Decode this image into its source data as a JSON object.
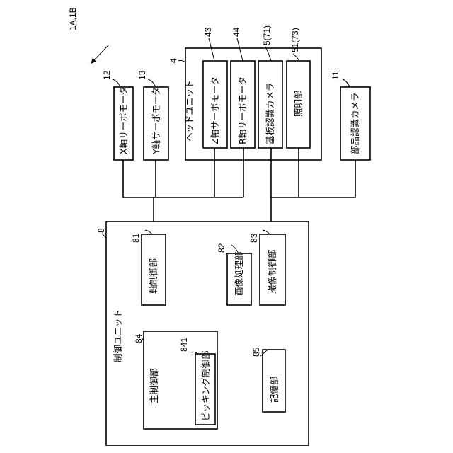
{
  "figure_ref": "1A,1B",
  "blocks": {
    "x_servo": {
      "label": "X軸サーボモータ",
      "ref": "12"
    },
    "y_servo": {
      "label": "Y軸サーボモータ",
      "ref": "13"
    },
    "head_unit": {
      "label": "ヘッドユニット",
      "ref": "4"
    },
    "z_servo": {
      "label": "Z軸サーボモータ",
      "ref": "43"
    },
    "r_servo": {
      "label": "R軸サーボモータ",
      "ref": "44"
    },
    "board_camera": {
      "label": "基板認識カメラ",
      "ref": "5(71)"
    },
    "lighting": {
      "label": "照明部",
      "ref": "51(73)"
    },
    "component_camera": {
      "label": "部品認識カメラ",
      "ref": "11"
    },
    "control_unit": {
      "label": "制御ユニット",
      "ref": "8"
    },
    "axis_control": {
      "label": "軸制御部",
      "ref": "81"
    },
    "image_processing": {
      "label": "画像処理部",
      "ref": "82"
    },
    "imaging_control": {
      "label": "撮像制御部",
      "ref": "83"
    },
    "main_control": {
      "label": "主制御部",
      "ref": "84"
    },
    "picking_control": {
      "label": "ピッキング制御部",
      "ref": "841"
    },
    "storage": {
      "label": "記憶部",
      "ref": "85"
    }
  }
}
